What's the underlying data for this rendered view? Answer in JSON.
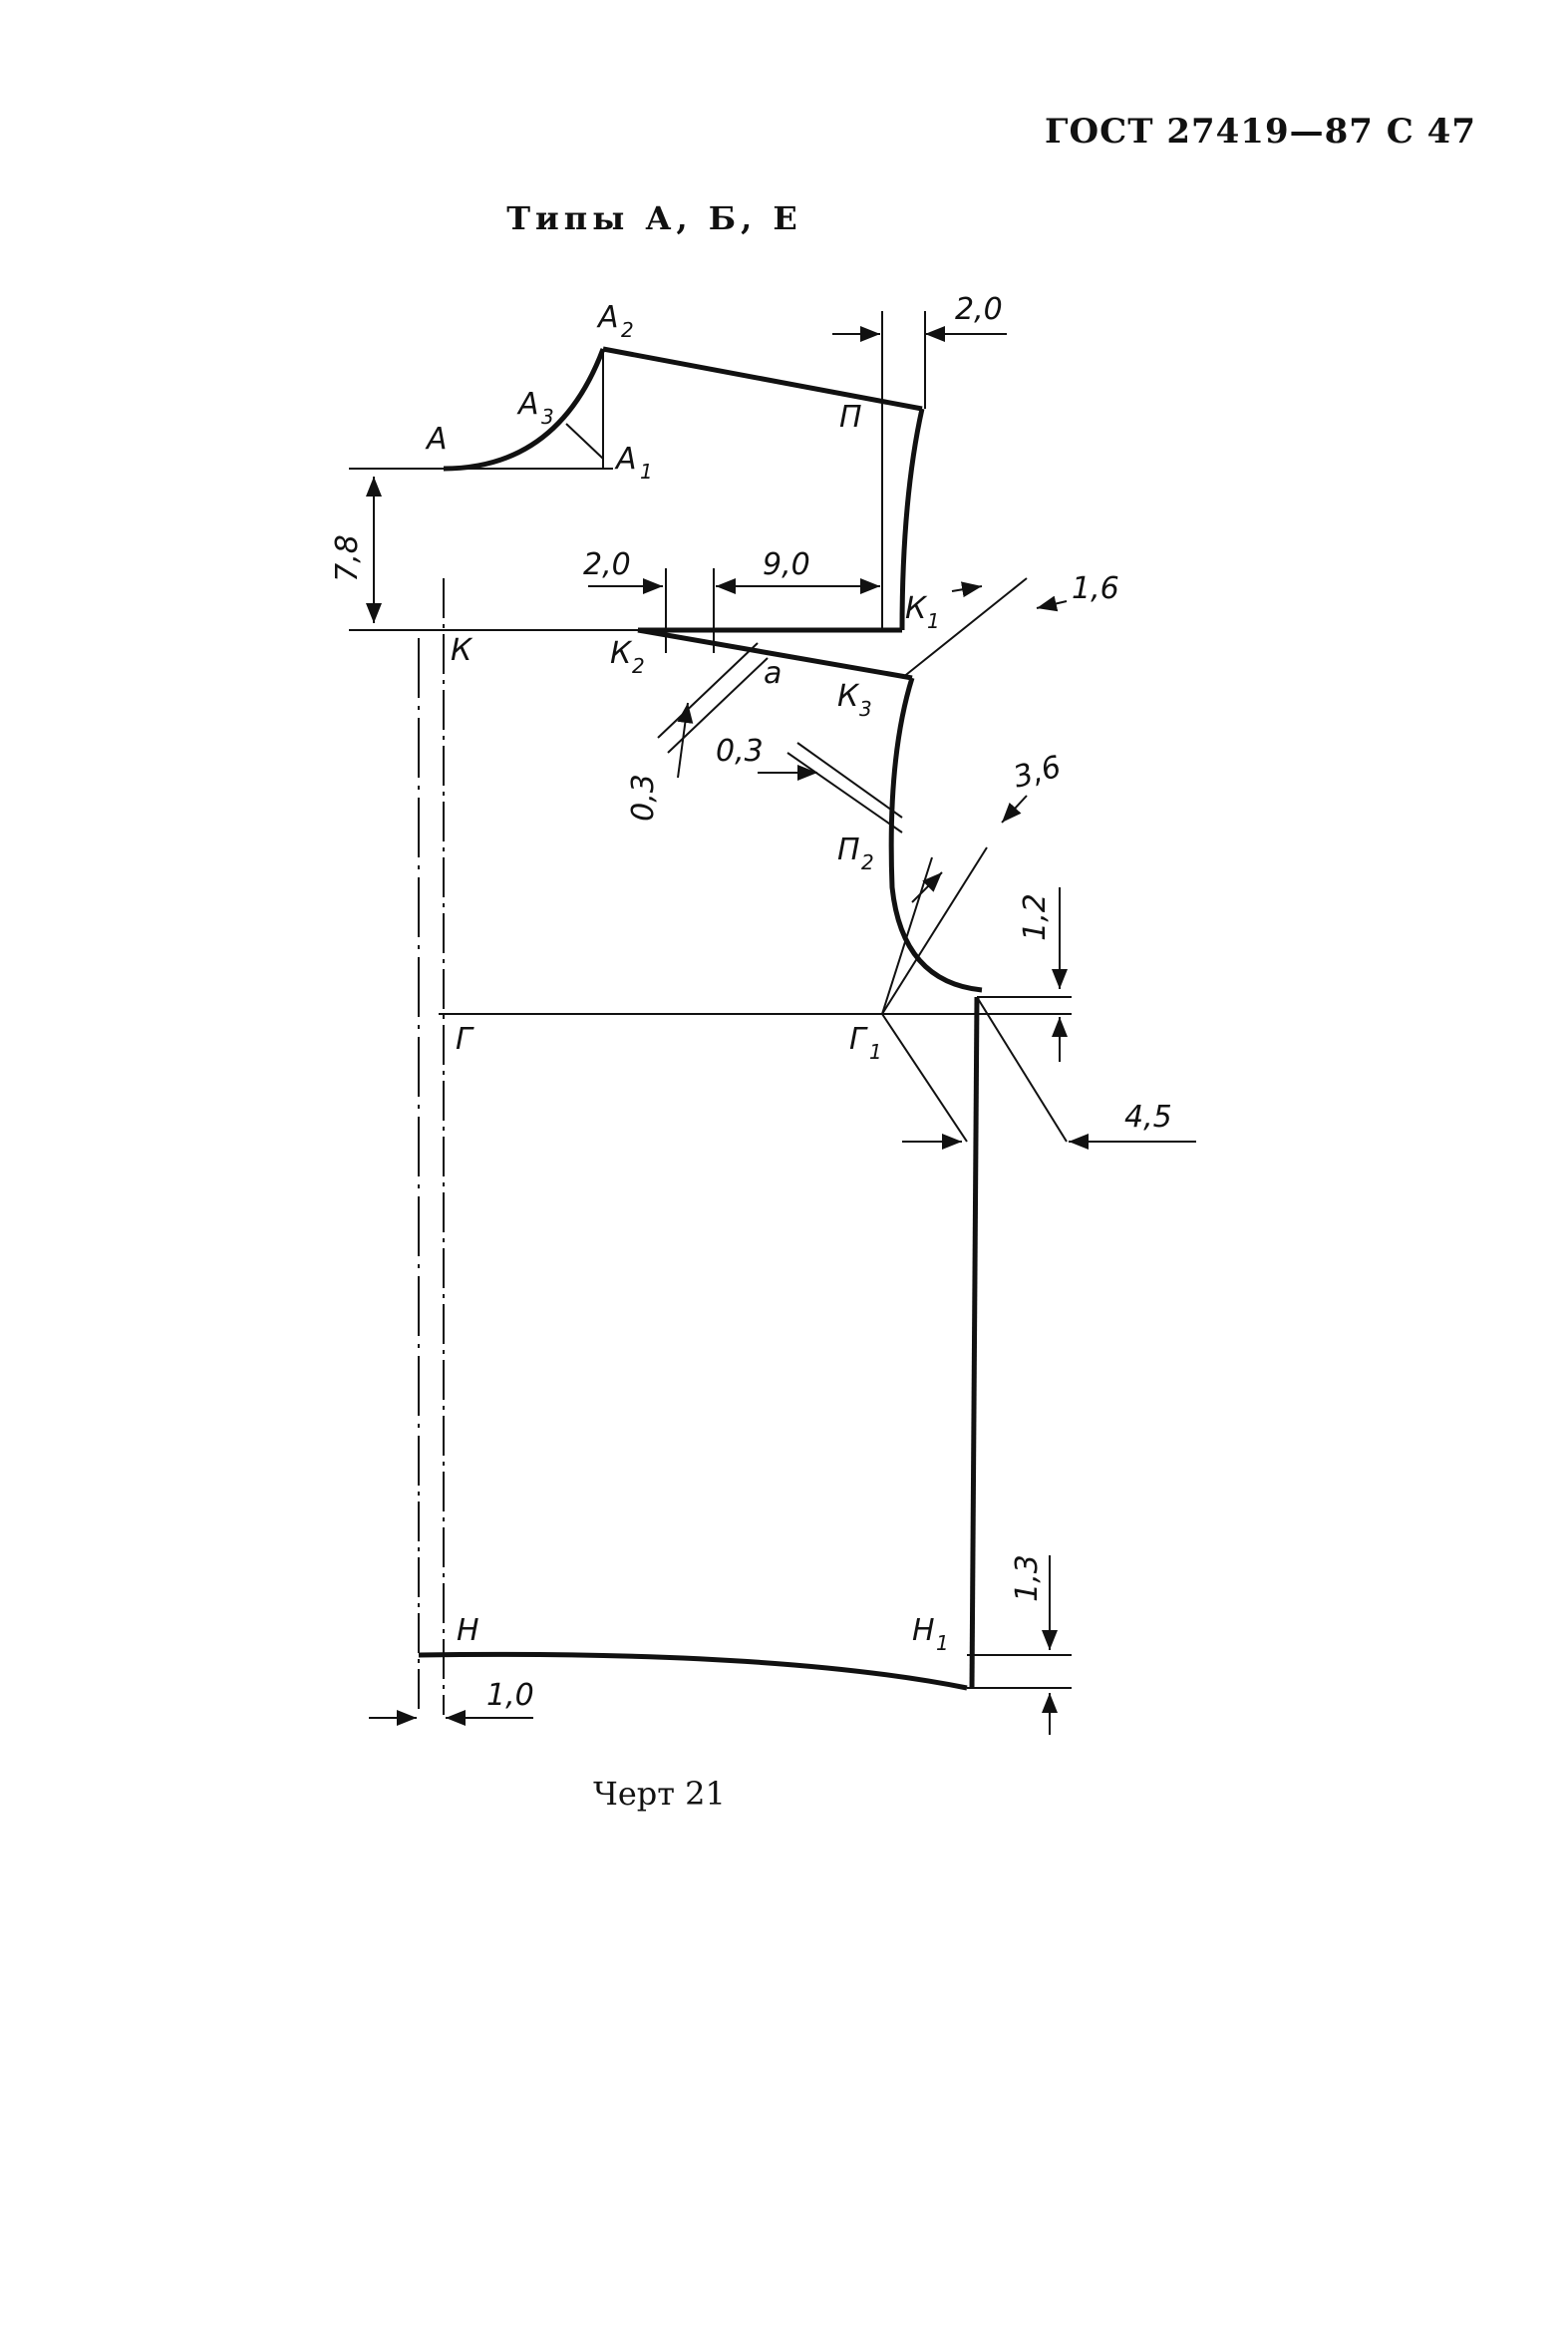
{
  "header": {
    "standard": "ГОСТ 27419—87 С 47"
  },
  "title": "Типы А, Б, Е",
  "caption": "Черт 21",
  "points": {
    "A": "А",
    "A1": "А",
    "A1_sub": "1",
    "A2": "А",
    "A2_sub": "2",
    "A3": "А",
    "A3_sub": "3",
    "P": "П",
    "K": "К",
    "K1": "К",
    "K1_sub": "1",
    "K2": "К",
    "K2_sub": "2",
    "K3": "К",
    "K3_sub": "3",
    "a": "а",
    "P2": "П",
    "P2_sub": "2",
    "G": "Г",
    "G1": "Г",
    "G1_sub": "1",
    "N": "Н",
    "N1": "Н",
    "N1_sub": "1"
  },
  "dimensions": {
    "shoulder_offset": "2,0",
    "depth_neck": "7,8",
    "dart_offset": "2,0",
    "chest_width": "9,0",
    "k1_offset": "1,6",
    "dart_small": "0,3",
    "armhole_small": "0,3",
    "armhole_diag": "3,6",
    "armhole_drop": "1,2",
    "side_shift": "4,5",
    "hem_drop": "1,3",
    "hem_offset": "1,0"
  }
}
